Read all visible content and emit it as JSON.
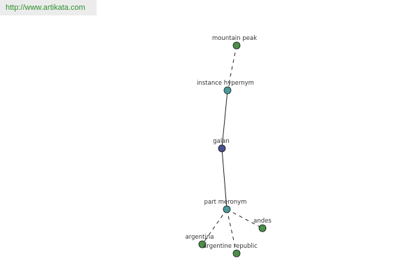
{
  "watermark": "http://www.artikata.com",
  "colors": {
    "background": "#ffffff",
    "edge": "#222222",
    "node_focus": "#4a4f8f",
    "node_relation": "#4a9a9a",
    "node_word": "#4a8f4a",
    "node_stroke": "#1a1a1a"
  },
  "nodes": [
    {
      "id": "mountain_peak",
      "label": "mountain peak",
      "kind": "word"
    },
    {
      "id": "instance_hypernym",
      "label": "instance hypernym",
      "kind": "relation"
    },
    {
      "id": "galan",
      "label": "galan",
      "kind": "focus"
    },
    {
      "id": "part_meronym",
      "label": "part meronym",
      "kind": "relation"
    },
    {
      "id": "andes",
      "label": "andes",
      "kind": "word"
    },
    {
      "id": "argentina",
      "label": "argentina",
      "kind": "word"
    },
    {
      "id": "argentine_republic",
      "label": "argentine republic",
      "kind": "word"
    }
  ],
  "edges": [
    {
      "from": "instance_hypernym",
      "to": "mountain_peak",
      "style": "dashed"
    },
    {
      "from": "galan",
      "to": "instance_hypernym",
      "style": "solid"
    },
    {
      "from": "galan",
      "to": "part_meronym",
      "style": "solid"
    },
    {
      "from": "part_meronym",
      "to": "andes",
      "style": "dashed"
    },
    {
      "from": "part_meronym",
      "to": "argentina",
      "style": "dashed"
    },
    {
      "from": "part_meronym",
      "to": "argentine_republic",
      "style": "dashed"
    }
  ]
}
